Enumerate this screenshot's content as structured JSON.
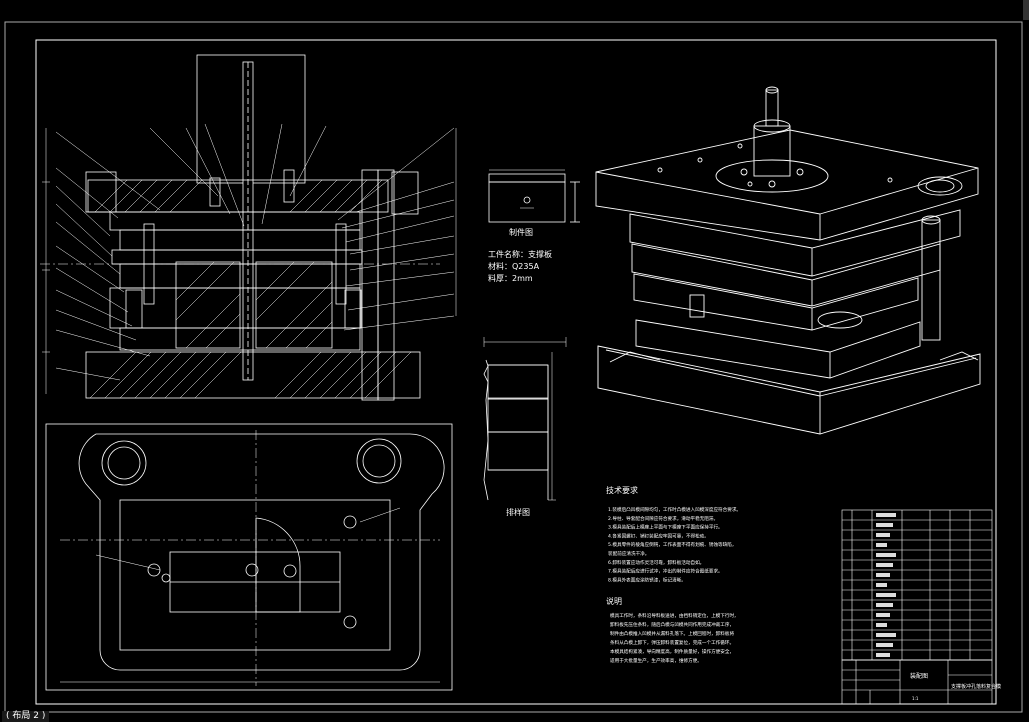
{
  "colors": {
    "background": "#000000",
    "line": "#ffffff",
    "accent": "#dcdcdc"
  },
  "part_caption": "制件图",
  "part_info": {
    "name": "工件名称：支撑板",
    "material": "材料：Q235A",
    "thickness": "料厚：2mm"
  },
  "layout_caption": "排样图",
  "tech_requirements": {
    "title": "技术要求",
    "items": [
      "1.装模后凸凹模间隙均匀，工作时凸模进入凹模深度应符合要求。",
      "2.导柱、导套配合间隙应符合要求，滑动平稳无阻滞。",
      "3.模具装配后上模座上平面与下模座下平面应保持平行。",
      "4.各紧固螺钉、销钉装配应牢固可靠，不得松动。",
      "5.模具零件的棱角应倒钝，工作表面不得有划痕、锈蚀等缺陷，",
      "   装配前应清洗干净。",
      "6.卸料装置应动作灵活可靠，卸料板活动自如。",
      "7.模具装配后应进行试冲，冲出的制件应符合图纸要求。",
      "8.模具外表面应涂防锈漆，标记清晰。"
    ]
  },
  "notes": {
    "title": "说明",
    "lines": [
      "模具工作时，条料沿导料板送进，由挡料销定位，上模下行时，",
      "卸料板先压住条料，随后凸模与凹模共同作用完成冲裁工序，",
      "制件由凸模推入凹模并从漏料孔落下。上模回程时，卸料板将",
      "条料从凸模上卸下，弹压卸料装置复位，完成一个工作循环。",
      "本模具结构紧凑，导向精度高，制件质量好，操作方便安全，",
      "适用于大批量生产，生产效率高，维修方便。"
    ]
  },
  "title_block": {
    "drawing_name": "支撑板冲孔落料复合模",
    "school": "装配图",
    "scale": "1:1"
  },
  "status_bar": "( 布局 2 )"
}
